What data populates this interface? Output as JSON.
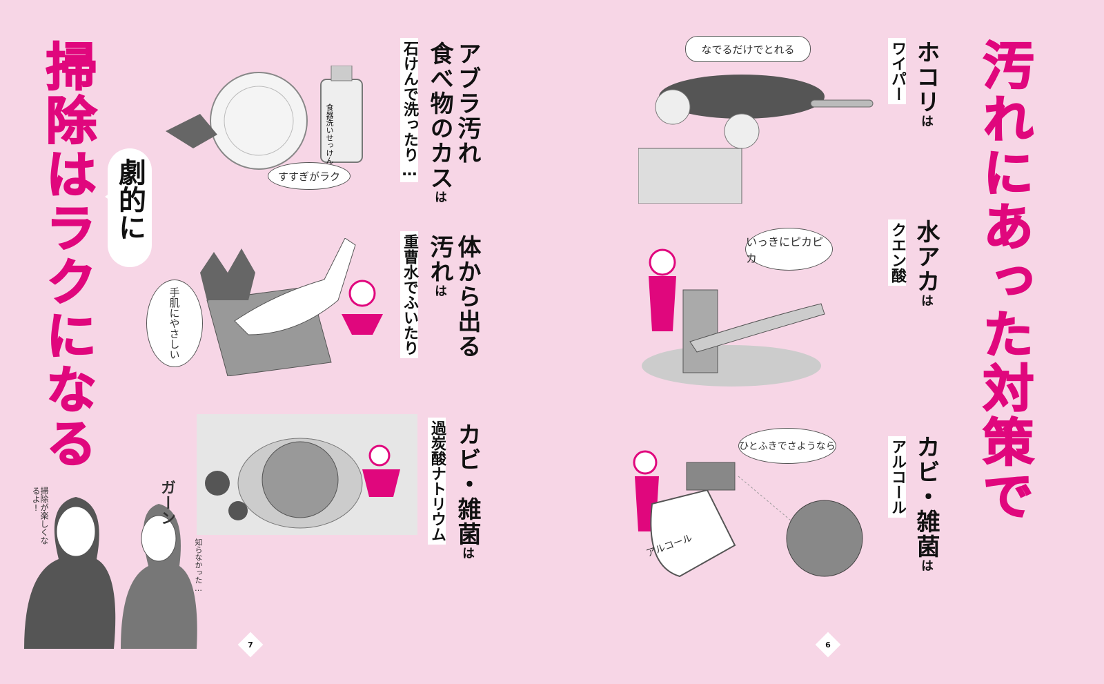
{
  "left_page": {
    "title": "掃除はラクになる",
    "callout": "劇的に",
    "sections": [
      {
        "heading_lines": [
          "アブラ汚れ",
          "食べ物のカス"
        ],
        "particle": "は",
        "method": "石けんで洗ったり…",
        "bubble": "すすぎがラク",
        "bottle_label": "食器洗いせっけん"
      },
      {
        "heading_lines": [
          "体から出る",
          "汚れ"
        ],
        "particle": "は",
        "method": "重曹水でふいたり",
        "bubble": "手肌にやさしい"
      },
      {
        "heading_lines": [
          "カビ・雑菌"
        ],
        "particle": "は",
        "method": "過炭酸ナトリウム"
      }
    ],
    "women": {
      "exclaim": "ガーン",
      "speech_1": "掃除が楽しくなるよ!",
      "speech_2": "知らなかった…"
    },
    "page_number": "7"
  },
  "right_page": {
    "title": "汚れにあった対策で",
    "sections": [
      {
        "heading": "ホコリ",
        "particle": "は",
        "method": "ワイパー",
        "bubble": "なでるだけでとれる"
      },
      {
        "heading": "水アカ",
        "particle": "は",
        "method": "クエン酸",
        "bubble": "いっきにピカピカ"
      },
      {
        "heading": "カビ・雑菌",
        "particle": "は",
        "method": "アルコール",
        "bubble": "ひとふきでさようなら",
        "bottle_label": "アルコール"
      }
    ],
    "page_number": "6"
  },
  "colors": {
    "background": "#f7d6e6",
    "accent": "#e0077d"
  }
}
